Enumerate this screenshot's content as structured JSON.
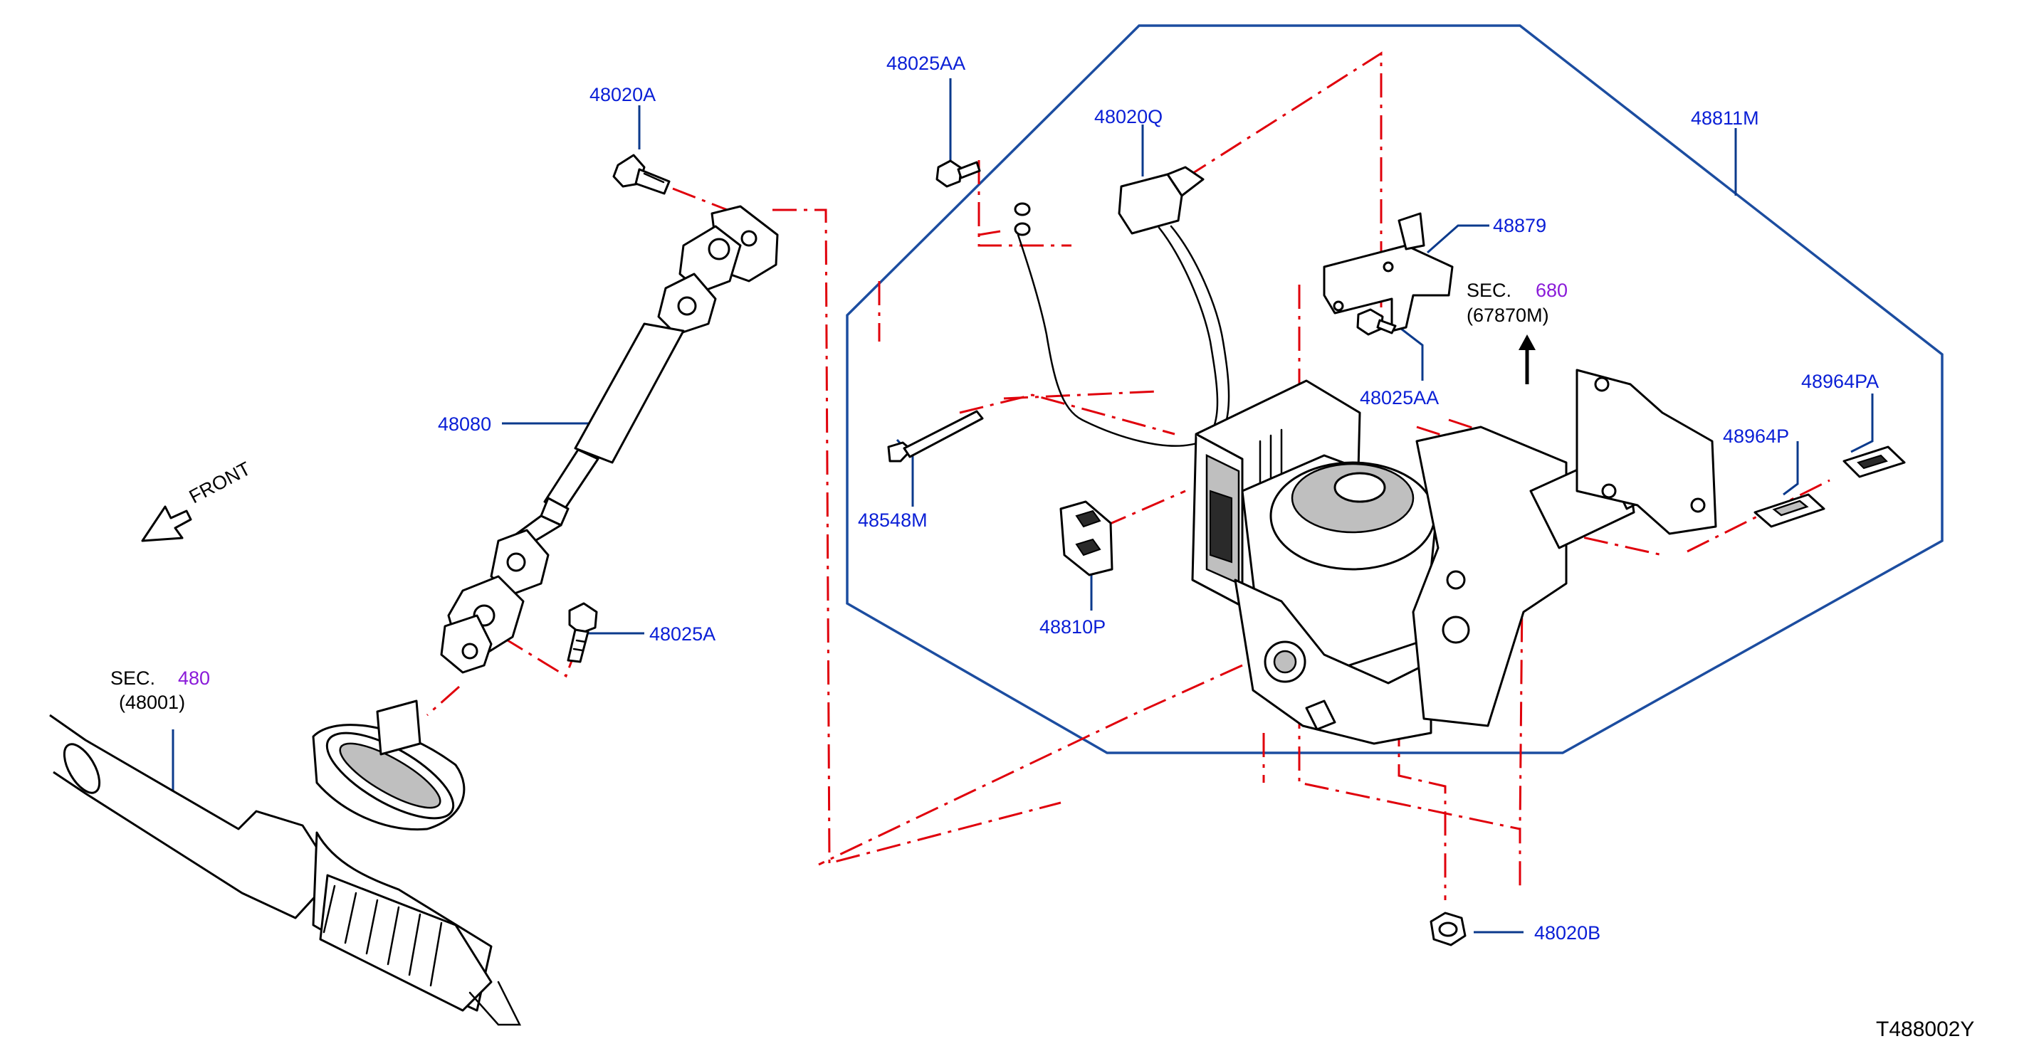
{
  "diagram": {
    "id": "T488002Y",
    "colors": {
      "label": "#0a1fd6",
      "section_ref": "#8a1bd9",
      "leader": "#0b3a8c",
      "assembly_outline": "#1c4da0",
      "phantom_line": "#e0000b",
      "drawing": "#000000"
    },
    "labels": {
      "p48020A": "48020A",
      "p48025AA_top": "48025AA",
      "p48020Q": "48020Q",
      "p48811M": "48811M",
      "p48879": "48879",
      "p48025AA_mid": "48025AA",
      "p48080": "48080",
      "p48548M": "48548M",
      "p48964PA": "48964PA",
      "p48964P": "48964P",
      "p48810P": "48810P",
      "p48025A": "48025A",
      "p48020B": "48020B"
    },
    "section_refs": {
      "sec680": {
        "prefix": "SEC.",
        "number": "680",
        "ref": "(67870M)"
      },
      "sec480": {
        "prefix": "SEC.",
        "number": "480",
        "ref": "(48001)"
      }
    },
    "direction": {
      "text": "FRONT",
      "icon": "front-arrow-icon"
    }
  }
}
